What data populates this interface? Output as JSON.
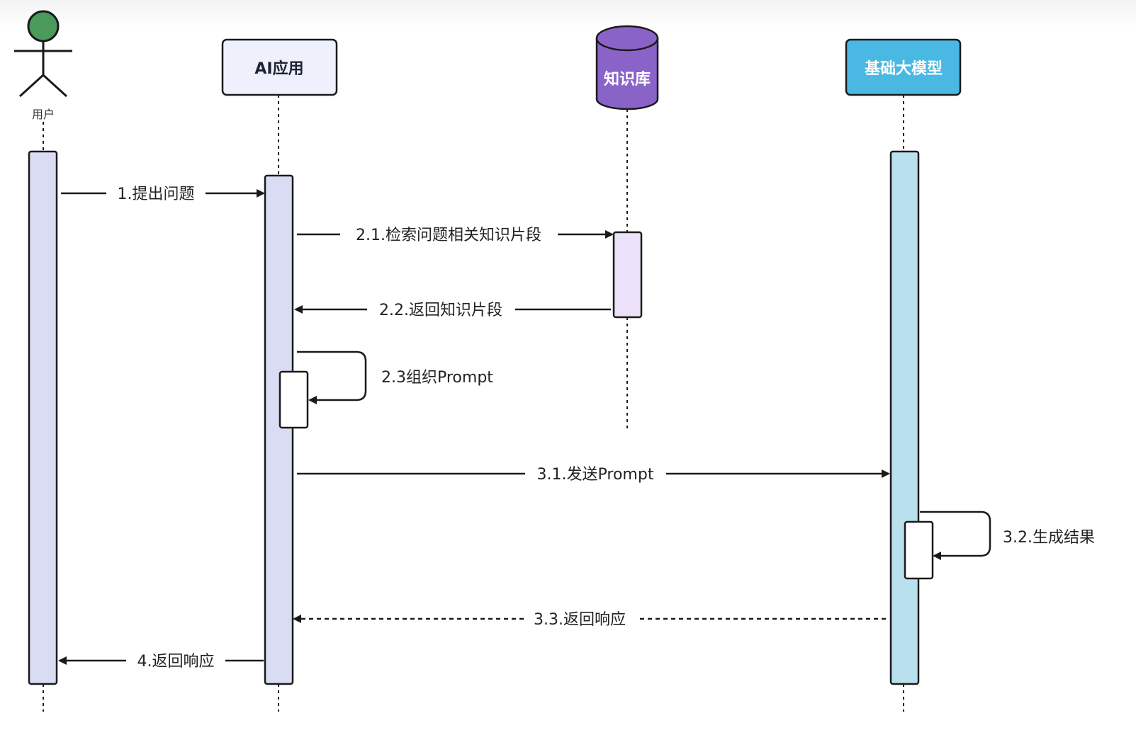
{
  "participants": [
    {
      "id": "user",
      "label": "用户",
      "kind": "actor",
      "color": "#4a9a5c"
    },
    {
      "id": "app",
      "label": "AI应用",
      "kind": "box",
      "color": "#eef1fb",
      "text_color": "#1e2233"
    },
    {
      "id": "kb",
      "label": "知识库",
      "kind": "database",
      "color": "#8a63c9",
      "text_color": "#ffffff"
    },
    {
      "id": "llm",
      "label": "基础大模型",
      "kind": "box",
      "color": "#49b8e2",
      "text_color": "#ffffff"
    }
  ],
  "messages": [
    {
      "id": "m1",
      "label": "1.提出问题",
      "from": "user",
      "to": "app",
      "style": "solid"
    },
    {
      "id": "m21",
      "label": "2.1.检索问题相关知识片段",
      "from": "app",
      "to": "kb",
      "style": "solid"
    },
    {
      "id": "m22",
      "label": "2.2.返回知识片段",
      "from": "kb",
      "to": "app",
      "style": "solid"
    },
    {
      "id": "m23",
      "label": "2.3组织Prompt",
      "from": "app",
      "to": "app",
      "style": "self"
    },
    {
      "id": "m31",
      "label": "3.1.发送Prompt",
      "from": "app",
      "to": "llm",
      "style": "solid"
    },
    {
      "id": "m32",
      "label": "3.2.生成结果",
      "from": "llm",
      "to": "llm",
      "style": "self"
    },
    {
      "id": "m33",
      "label": "3.3.返回响应",
      "from": "llm",
      "to": "app",
      "style": "dashed"
    },
    {
      "id": "m4",
      "label": "4.返回响应",
      "from": "app",
      "to": "user",
      "style": "solid"
    }
  ],
  "colors": {
    "activation_user": "#d9dcf2",
    "activation_app": "#d9dcf2",
    "activation_kb": "#ebe1f8",
    "activation_llm": "#b9e0ed",
    "stroke": "#1a1a1a"
  }
}
